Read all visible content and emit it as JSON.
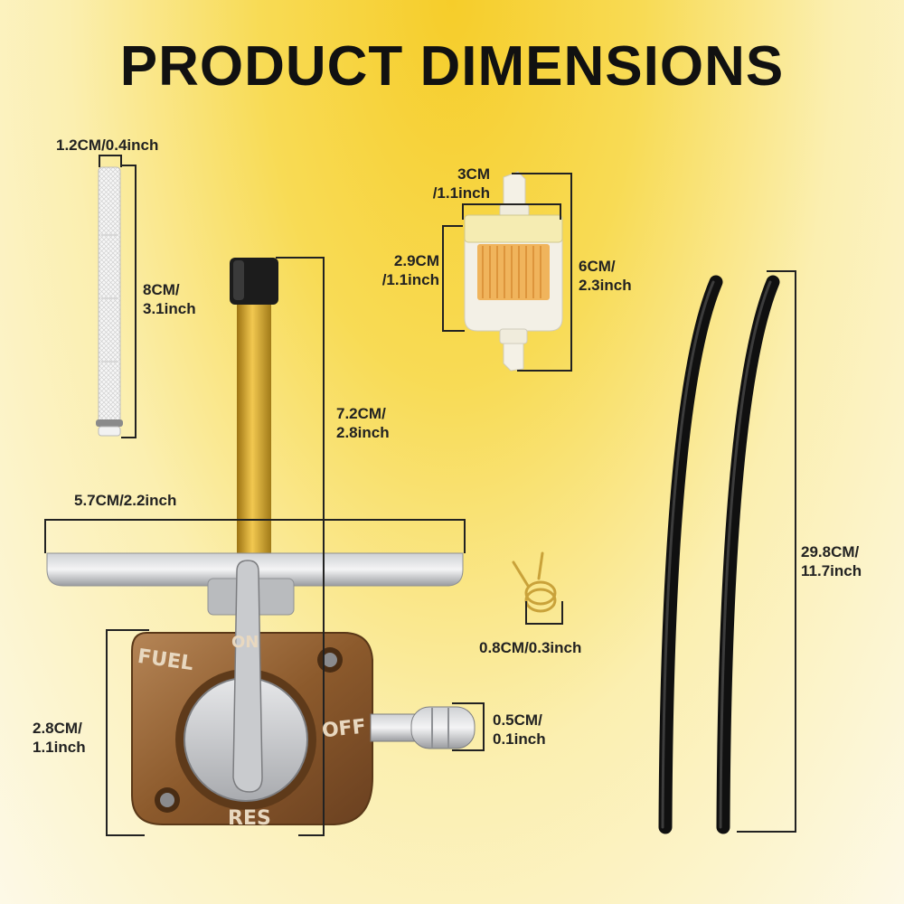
{
  "title": "PRODUCT DIMENSIONS",
  "labels": {
    "strainer_width": "1.2CM/0.4inch",
    "strainer_length_1": "8CM/",
    "strainer_length_2": "3.1inch",
    "filter_nozzle_1": "3CM",
    "filter_nozzle_2": "/1.1inch",
    "filter_width_1": "2.9CM",
    "filter_width_2": "/1.1inch",
    "filter_length_1": "6CM/",
    "filter_length_2": "2.3inch",
    "tube_height_1": "7.2CM/",
    "tube_height_2": "2.8inch",
    "plate_width": "5.7CM/2.2inch",
    "valve_height_1": "2.8CM/",
    "valve_height_2": "1.1inch",
    "outlet_1": "0.5CM/",
    "outlet_2": "0.1inch",
    "clip": "0.8CM/0.3inch",
    "hose_1": "29.8CM/",
    "hose_2": "11.7inch"
  },
  "valve_markings": {
    "fuel": "FUEL",
    "on": "ON",
    "off": "OFF",
    "res": "RES"
  },
  "colors": {
    "dimension_line": "#222222",
    "brass_tube": "#d9a520",
    "valve_body": "#8a5a2e",
    "plate": "#c7c9cc",
    "hose": "#111111"
  }
}
